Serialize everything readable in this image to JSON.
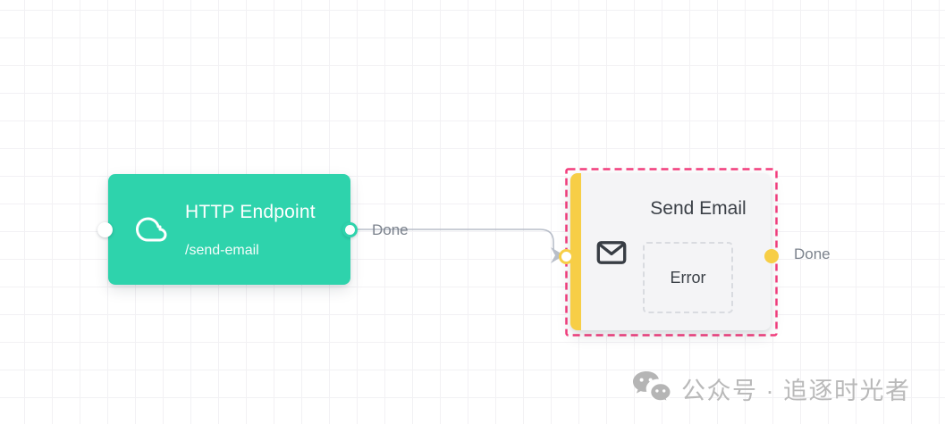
{
  "canvas": {
    "type": "workflow-designer-grid"
  },
  "colors": {
    "teal": "#2ed3ac",
    "gold": "#f7ce46",
    "selection_pink": "#f43d7d",
    "node_gray": "#f4f4f6",
    "line_gray": "#b8bec9",
    "label_gray": "#7b828c",
    "dark_text": "#3a3f46",
    "watermark_gray": "#b9b9b9",
    "grid": "#f2f1f4"
  },
  "nodes": {
    "http_endpoint": {
      "title": "HTTP Endpoint",
      "subtitle": "/send-email",
      "icon": "cloud-icon",
      "output_label": "Done"
    },
    "send_email": {
      "title": "Send Email",
      "icon": "envelope-icon",
      "embedded_outcome_label": "Error",
      "output_label": "Done",
      "selected": true
    }
  },
  "edges": {
    "http_done_to_send_email": {
      "from": "HTTP Endpoint / Done",
      "to": "Send Email / input"
    }
  },
  "watermark": {
    "icon": "wechat-icon",
    "text": "公众号 · 追逐时光者"
  }
}
